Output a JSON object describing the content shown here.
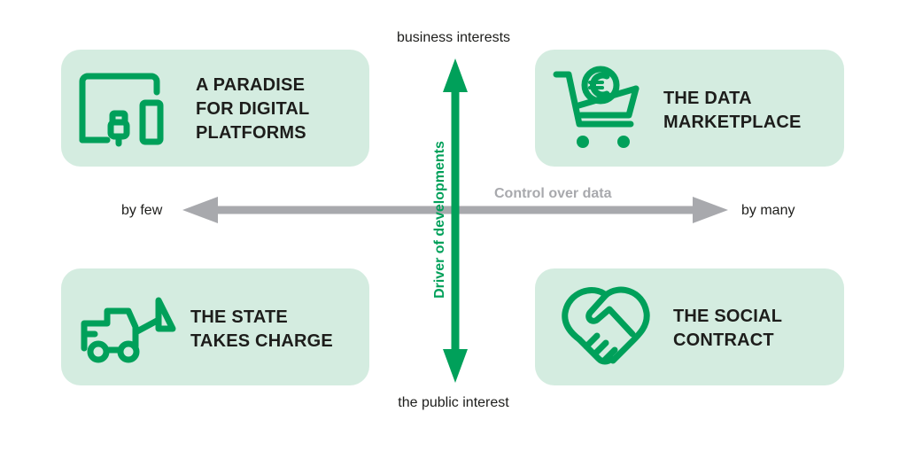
{
  "axes": {
    "vertical": {
      "title": "Driver of developments",
      "top_label": "business interests",
      "bottom_label": "the public interest",
      "color": "#00a05a"
    },
    "horizontal": {
      "title": "Control over data",
      "left_label": "by few",
      "right_label": "by many",
      "color": "#a8a9ad"
    }
  },
  "quadrants": {
    "top_left": {
      "title_lines": [
        "A PARADISE",
        "FOR DIGITAL",
        "PLATFORMS"
      ],
      "icon": "devices-icon"
    },
    "top_right": {
      "title_lines": [
        "THE DATA",
        "MARKETPLACE"
      ],
      "icon": "euro-shopping-cart-icon"
    },
    "bottom_left": {
      "title_lines": [
        "THE STATE",
        "TAKES CHARGE"
      ],
      "icon": "bulldozer-icon"
    },
    "bottom_right": {
      "title_lines": [
        "THE SOCIAL",
        "CONTRACT"
      ],
      "icon": "handshake-icon"
    }
  },
  "colors": {
    "quadrant_fill": "#d4ece0",
    "icon_green": "#00a05a",
    "text_dark": "#1d1d1b"
  }
}
